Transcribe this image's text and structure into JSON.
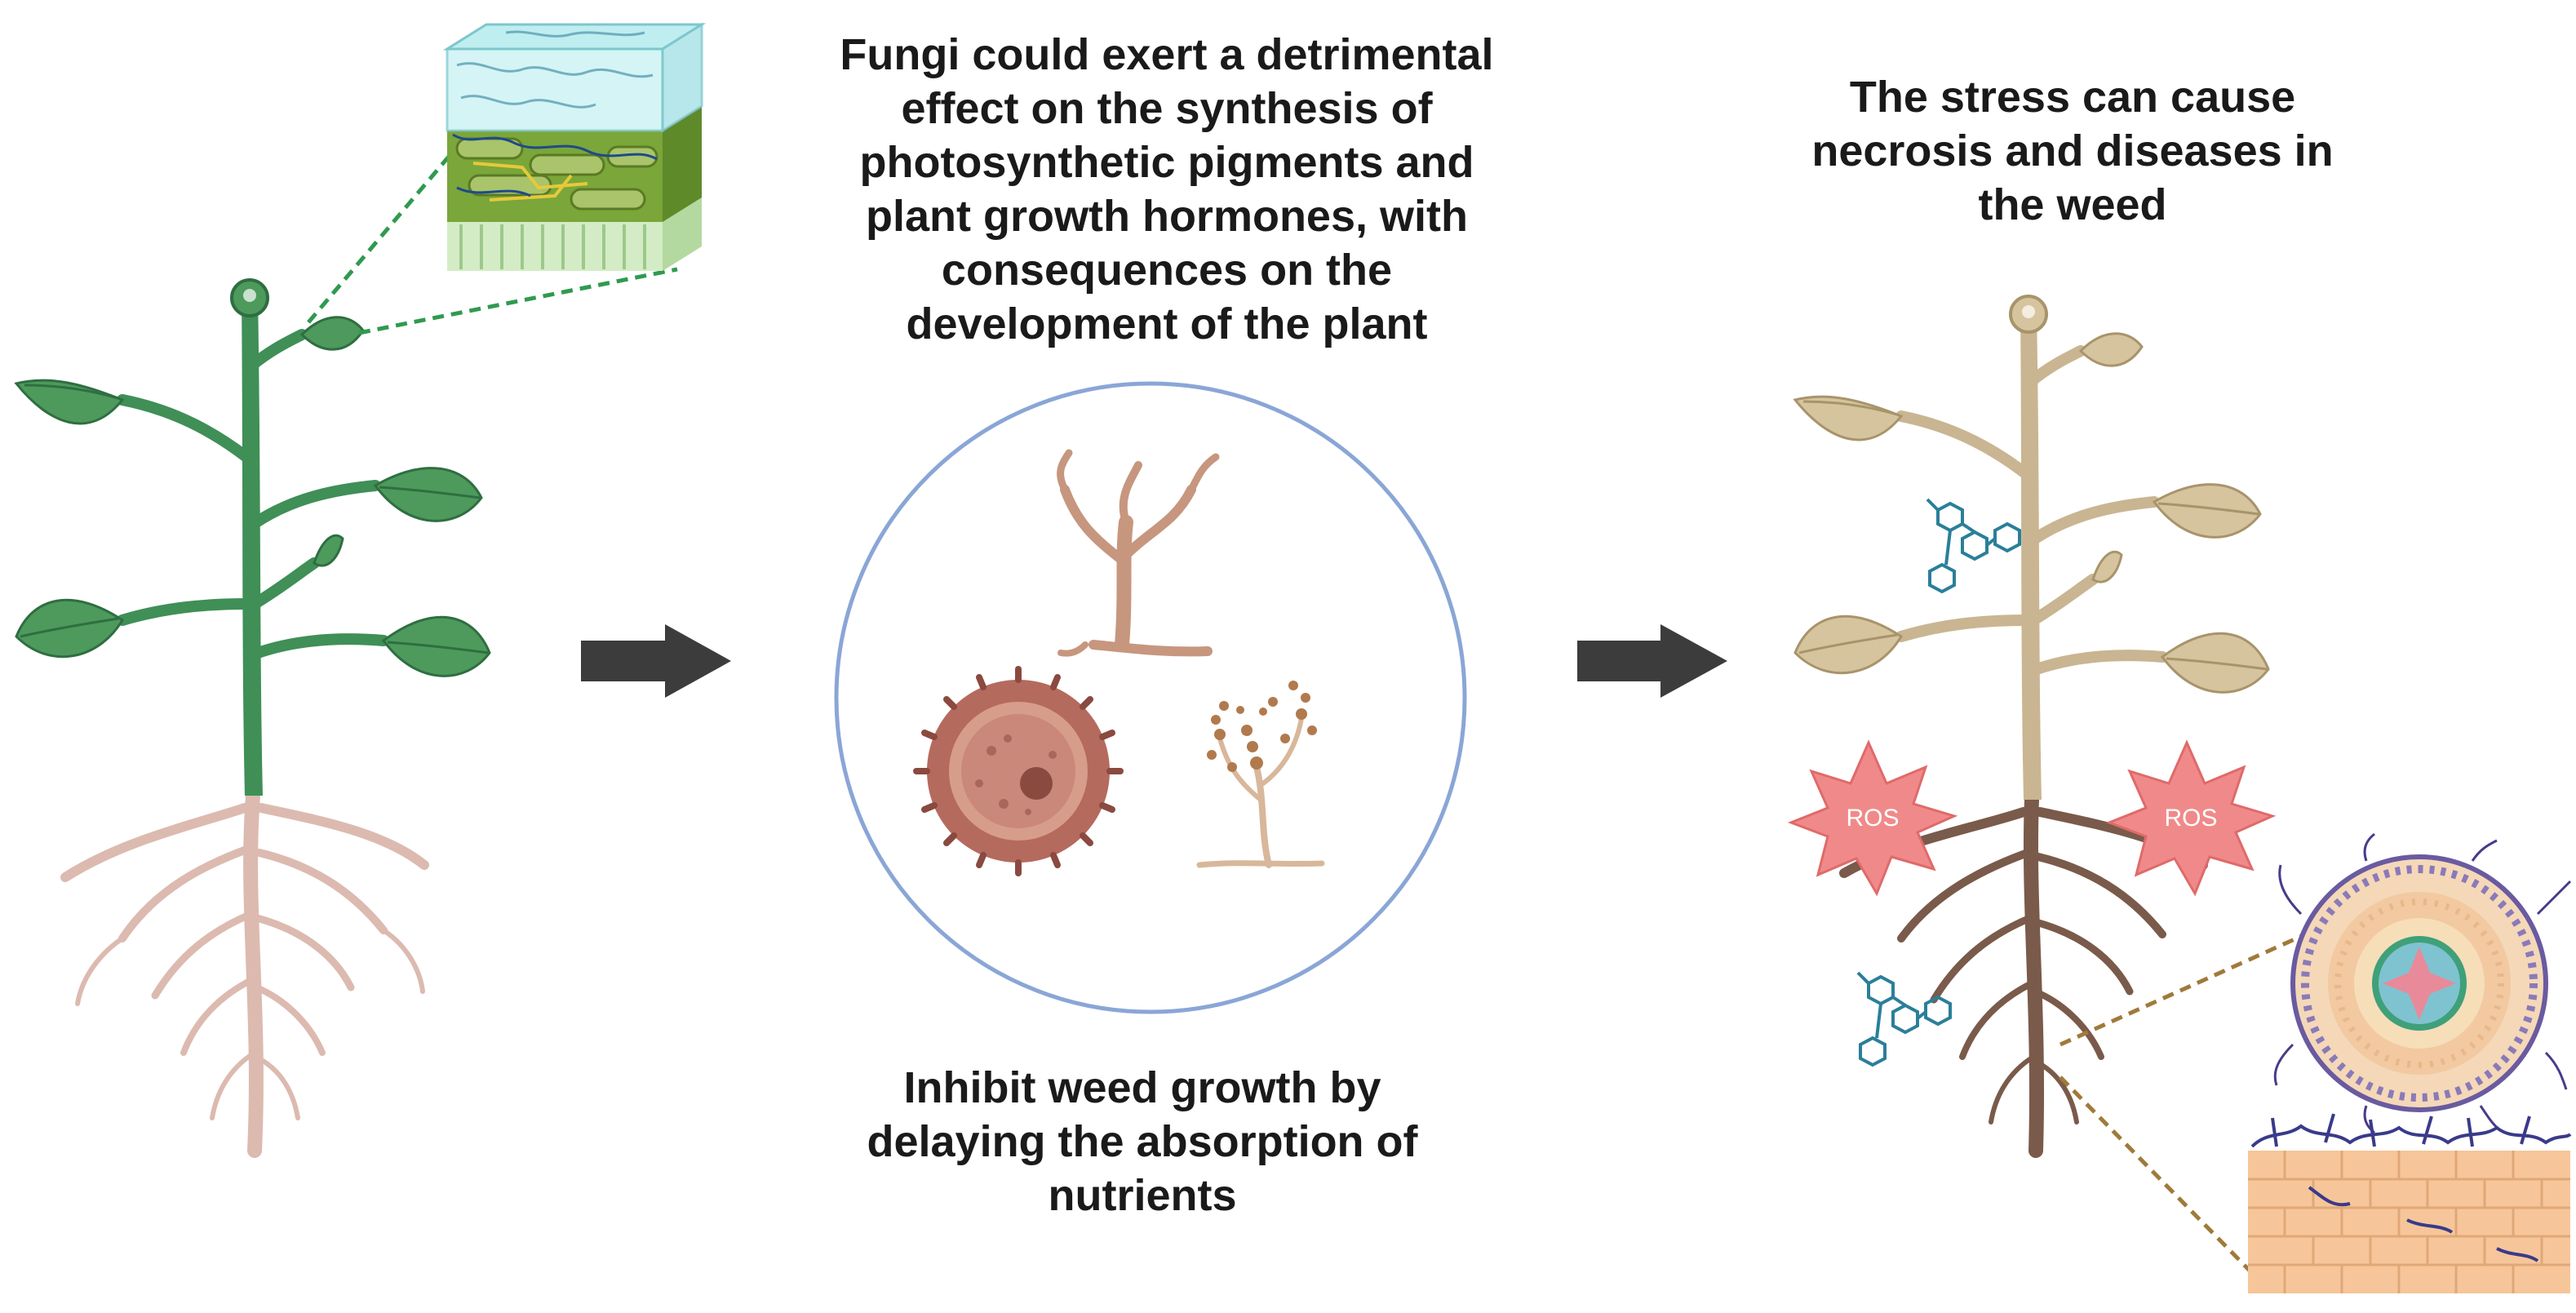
{
  "captions": {
    "top": [
      "Fungi could exert a detrimental",
      "effect on the synthesis of",
      "photosynthetic pigments and",
      "plant growth hormones, with",
      "consequences on the",
      "development of the plant"
    ],
    "right": [
      "The stress can cause",
      "necrosis and diseases  in",
      "the weed"
    ],
    "bottom": [
      "Inhibit weed growth by",
      "delaying the absorption of",
      "nutrients"
    ]
  },
  "labels": {
    "ros_left": "ROS",
    "ros_right": "ROS"
  },
  "colors": {
    "healthy_stem": "#3f8f57",
    "healthy_leaf": "#4d9a5c",
    "root_light": "#d9b3a8",
    "diseased_stem": "#c9b591",
    "root_dark": "#7a5a4a",
    "ros_fill": "#f08a8a",
    "arrow": "#3c3c3c",
    "circle": "#8aa6d6",
    "molecule": "#2a7f99"
  },
  "icons": [
    "healthy-plant",
    "leaf-tissue-inset",
    "arrow-right",
    "fungi-circle",
    "branching-fungus",
    "spore-ball",
    "conidiophore",
    "diseased-plant",
    "ros-burst",
    "molecule",
    "root-cross-section",
    "root-tissue-inset"
  ]
}
